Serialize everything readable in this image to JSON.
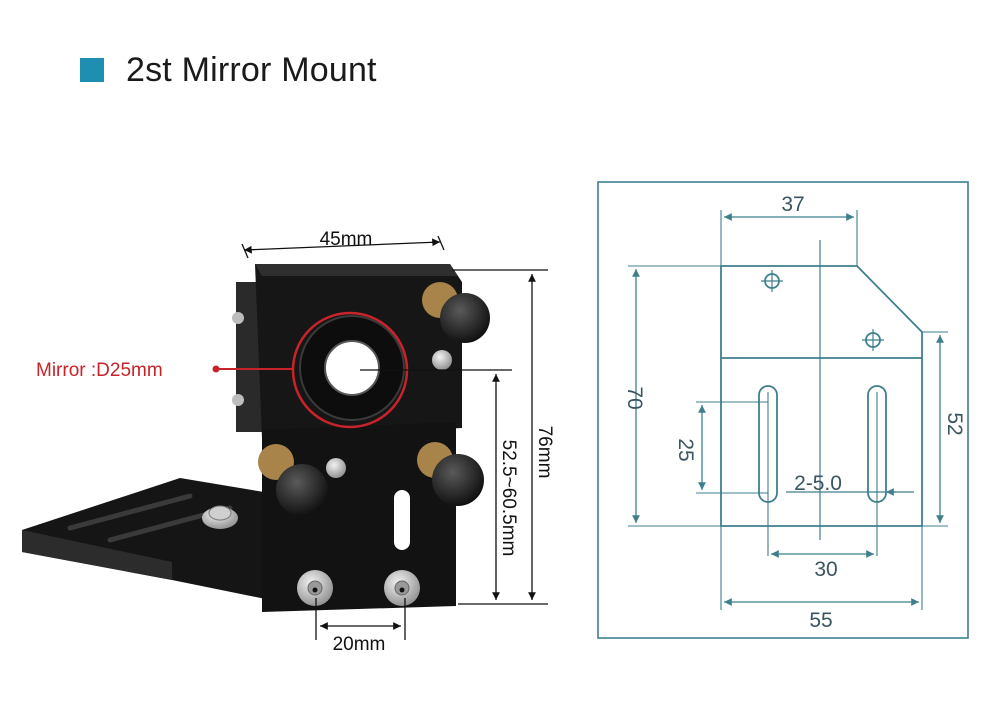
{
  "title": "2st Mirror Mount",
  "colors": {
    "accent": "#1E8FB0",
    "mirror_callout": "#C8232B",
    "drawing_line": "#3E7F8E",
    "drawing_text": "#3A5560",
    "body_black": "#141414",
    "knob_brass": "#A8834A"
  },
  "photo": {
    "width_label": "45mm",
    "mirror_label": "Mirror :D25mm",
    "height_label": "76mm",
    "center_range_label": "52.5~60.5mm",
    "screw_spacing_label": "20mm"
  },
  "drawing": {
    "top_width": "37",
    "left_height": "70",
    "right_height": "52",
    "slot_length": "25",
    "slot_spec": "2-5.0",
    "slot_spacing": "30",
    "base_width": "55"
  }
}
